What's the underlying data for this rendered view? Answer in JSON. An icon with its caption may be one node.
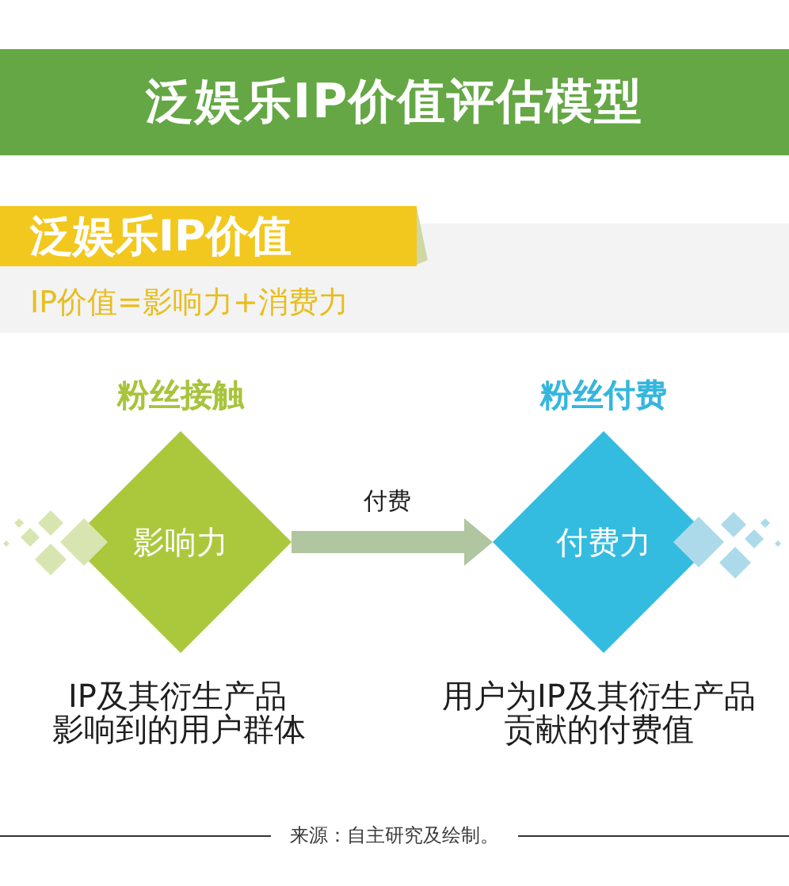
{
  "diagram": {
    "title": "泛娱乐IP价值评估模型",
    "nodes": [
      {
        "text": [
          "泛娱乐IP价值",
          "IP价值=影响力+消费力"
        ]
      },
      {
        "text": [
          "粉丝接触",
          "影响力"
        ],
        "beside": [
          "IP及其衍生产品影响到的用户群体"
        ]
      },
      {
        "text": [
          "粉丝付费",
          "付费力"
        ],
        "beside": [
          "用户为IP及其衍生产品贡献的付费值"
        ]
      }
    ],
    "edges": [
      {
        "from": 1,
        "to": 2,
        "arrow": "to",
        "label": "付费"
      }
    ],
    "labels": [
      "来源：自主研究及绘制。"
    ]
  }
}
